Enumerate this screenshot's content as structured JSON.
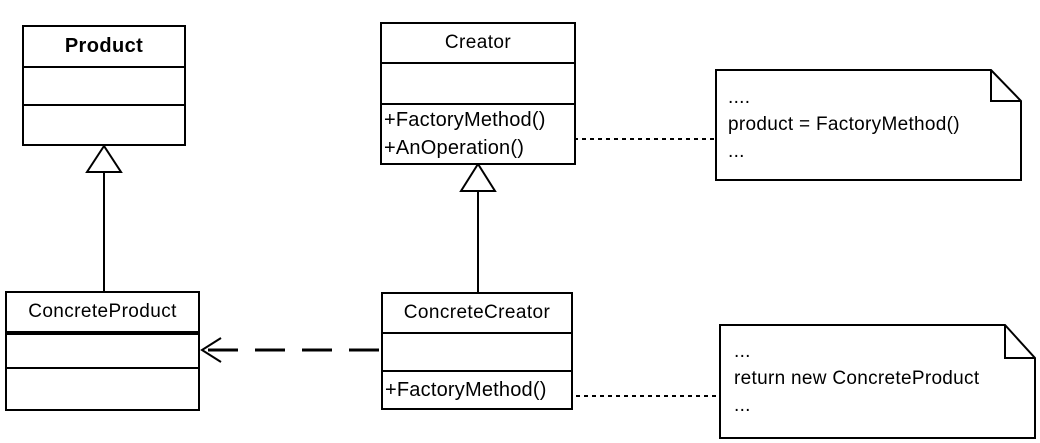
{
  "colors": {
    "ink": "#000000",
    "paper": "#ffffff"
  },
  "classes": {
    "product": {
      "name": "Product"
    },
    "creator": {
      "name": "Creator",
      "methods": [
        "+FactoryMethod()",
        "+AnOperation()"
      ]
    },
    "concreteProduct": {
      "name": "ConcreteProduct"
    },
    "concreteCreator": {
      "name": "ConcreteCreator",
      "methods": [
        "+FactoryMethod()"
      ]
    }
  },
  "notes": {
    "creatorNote": {
      "lines": [
        "....",
        "product = FactoryMethod()",
        "..."
      ]
    },
    "concreteCreatorNote": {
      "lines": [
        "...",
        "return new ConcreteProduct",
        "..."
      ]
    }
  }
}
